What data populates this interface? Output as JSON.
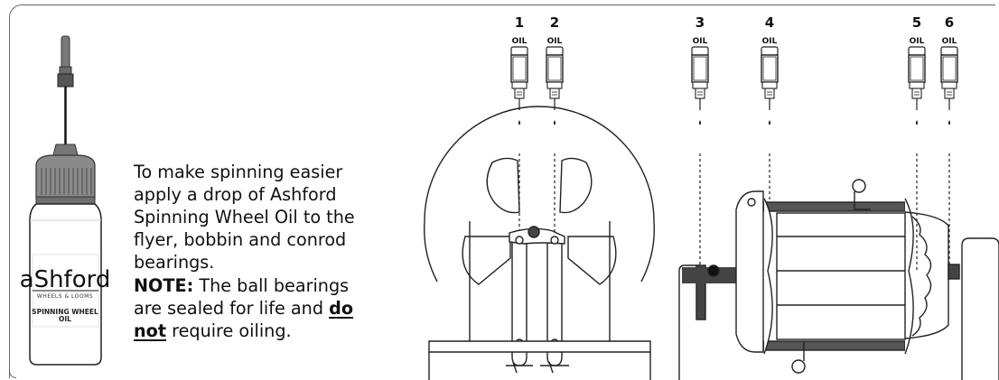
{
  "intro": {
    "line1": "To make spinning easier",
    "line2": "apply a drop of Ashford",
    "line3": "Spinning Wheel Oil to the",
    "line4": "flyer, bobbin and conrod",
    "line5": "bearings."
  },
  "note": {
    "label": "NOTE:",
    "text1": " The ball bearings",
    "text2": "are sealed for life and ",
    "emph1": "do",
    "emph2": "not",
    "text3": " require oiling."
  },
  "bottle": {
    "brand": "aShford",
    "tagline": "WHEELS & LOOMS",
    "product_line1": "SPINNING WHEEL",
    "product_line2": "OIL"
  },
  "oil_points": [
    {
      "number": "1",
      "label": "OIL"
    },
    {
      "number": "2",
      "label": "OIL"
    },
    {
      "number": "3",
      "label": "OIL"
    },
    {
      "number": "4",
      "label": "OIL"
    },
    {
      "number": "5",
      "label": "OIL"
    },
    {
      "number": "6",
      "label": "OIL"
    }
  ]
}
